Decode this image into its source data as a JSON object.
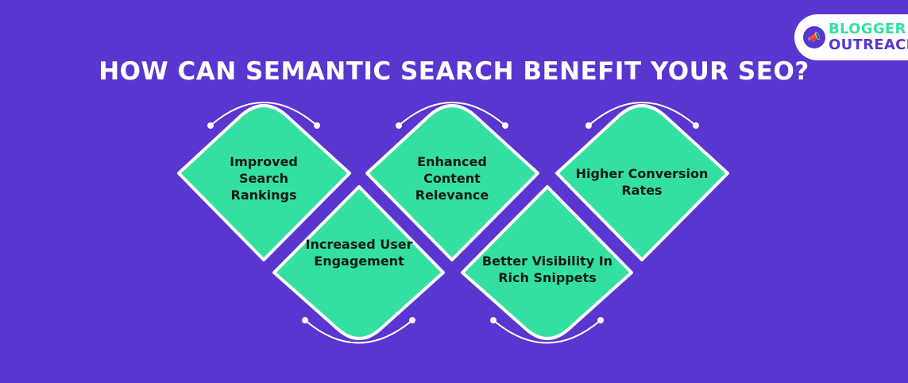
{
  "title": "HOW CAN SEMANTIC SEARCH BENEFIT YOUR SEO?",
  "logo": {
    "line1": "BLOGGER",
    "line2": "OUTREACH",
    "icon": "megaphone-icon"
  },
  "colors": {
    "background": "#5836cf",
    "card_fill": "#34e0a1",
    "card_border": "#ffffff",
    "text": "#0e1a16"
  },
  "benefits": [
    {
      "label": "Improved Search Rankings"
    },
    {
      "label": "Increased User Engagement"
    },
    {
      "label": "Enhanced Content Relevance"
    },
    {
      "label": "Better Visibility In Rich Snippets"
    },
    {
      "label": "Higher Conversion Rates"
    }
  ]
}
